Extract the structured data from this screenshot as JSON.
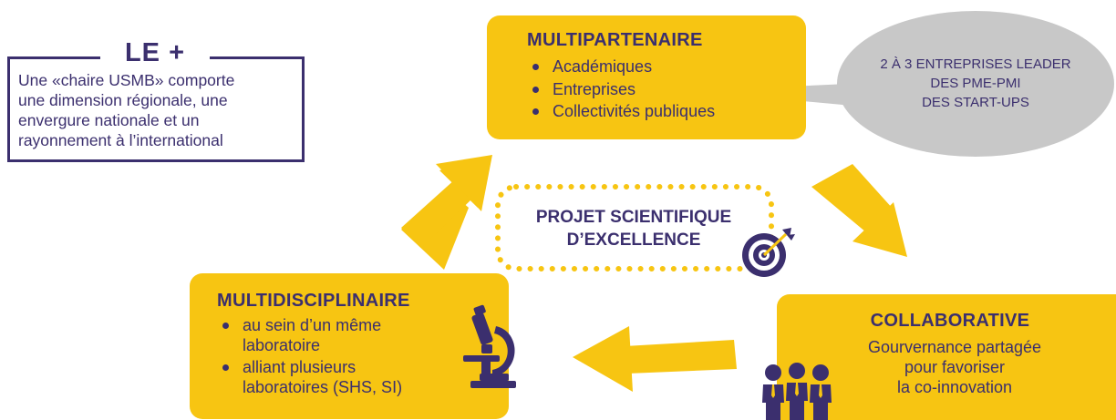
{
  "le_plus": {
    "title": "LE +",
    "lines": [
      "Une «chaire USMB» comporte",
      "une dimension régionale, une",
      "envergure nationale et un",
      "rayonnement à l’international"
    ]
  },
  "multipartenaire": {
    "title": "MULTIPARTENAIRE",
    "items": [
      "Académiques",
      "Entreprises",
      "Collectivités publiques"
    ]
  },
  "bubble": {
    "lines": [
      "2 À 3 ENTREPRISES LEADER",
      "DES PME-PMI",
      "DES START-UPS"
    ]
  },
  "center": {
    "lines": [
      "PROJET SCIENTIFIQUE",
      "D’EXCELLENCE"
    ]
  },
  "multidisciplinaire": {
    "title": "MULTIDISCIPLINAIRE",
    "items": [
      [
        "au sein d’un même",
        "laboratoire"
      ],
      [
        "alliant plusieurs",
        "laboratoires (SHS, SI)"
      ]
    ]
  },
  "collaborative": {
    "title": "COLLABORATIVE",
    "lines": [
      "Gourvernance partagée",
      "pour favoriser",
      "la co-innovation"
    ]
  },
  "colors": {
    "yellow": "#f7c512",
    "navy": "#3b2f6e",
    "bubble_gray": "#c8c8c8"
  },
  "icons": [
    "target-icon",
    "microscope-icon",
    "people-icon"
  ]
}
